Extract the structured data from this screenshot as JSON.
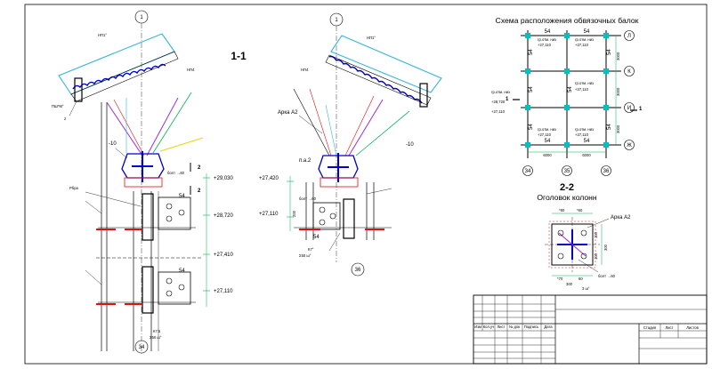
{
  "section_1": {
    "title": "1-1",
    "axis_top": "1",
    "axis_bottom": "34",
    "sections_mark": "2",
    "levels": [
      "+29,030",
      "+28,720",
      "+27,410",
      "+27,110"
    ],
    "beam_label": "54",
    "beam_label_2": "54",
    "plate_label": "-10",
    "bolt_label": "болт →60",
    "rib_label": "Рбра",
    "roof_label": "НП1°",
    "side_label": "НП4",
    "weld_label": "К7.5",
    "weld_sub": "Σ50 ш°",
    "small_note": "ПШ*М°",
    "small_num": "2"
  },
  "section_2": {
    "axis_top": "1",
    "axis_bottom": "36",
    "arch_label": "Арка А2",
    "pa_label": "п.а.2",
    "levels": [
      "+27,420",
      "+27,110"
    ],
    "beam_label": "54",
    "plate_label": "-10",
    "dim_label": "200",
    "bolt_label": "болт →60",
    "roof_label": "НП1°",
    "side_label": "НП4",
    "weld_label": "К7°",
    "weld_sub": "Σ50 ш°"
  },
  "plan": {
    "title": "Схема расположения обвязочных балок",
    "row_axes": [
      "Л",
      "К",
      "И",
      "Ж"
    ],
    "col_axes": [
      "34",
      "35",
      "36"
    ],
    "beam_mark": "54",
    "levels": [
      "+27,110",
      "+27,110",
      "+27,110",
      "+28,720",
      "+27,110",
      "+27,110",
      "+27,110"
    ],
    "dim_bays": [
      "6000",
      "6000"
    ],
    "dim_rows": [
      "3000",
      "3000",
      "3000"
    ],
    "section_mark": "1",
    "ref_note": "гр.отм. низ"
  },
  "column_cap": {
    "title": "2-2",
    "subtitle": "Оголовок колонн",
    "arch_label": "Арка А2",
    "bolt_label": "болт →60",
    "dims": [
      "*80",
      "*60",
      "100",
      "100",
      "300",
      "*70",
      "60"
    ],
    "bottom_dim": "300",
    "note": "3 ш°"
  },
  "title_block": {
    "header_cells": [
      "Изм",
      "Кол.уч",
      "Лист",
      "№ док",
      "Подпись",
      "Дата"
    ],
    "right_cells": [
      "Стадия",
      "Лист",
      "Листов"
    ]
  },
  "colors": {
    "structure": "#000000",
    "dimension": "#00b050",
    "roof_panel": "#33b5d8",
    "profile": "#0000cc",
    "weld": "#e01010",
    "brace": "#9b30d0",
    "plan_grid": "#00c0c0",
    "brace_yellow": "#e6d800"
  }
}
